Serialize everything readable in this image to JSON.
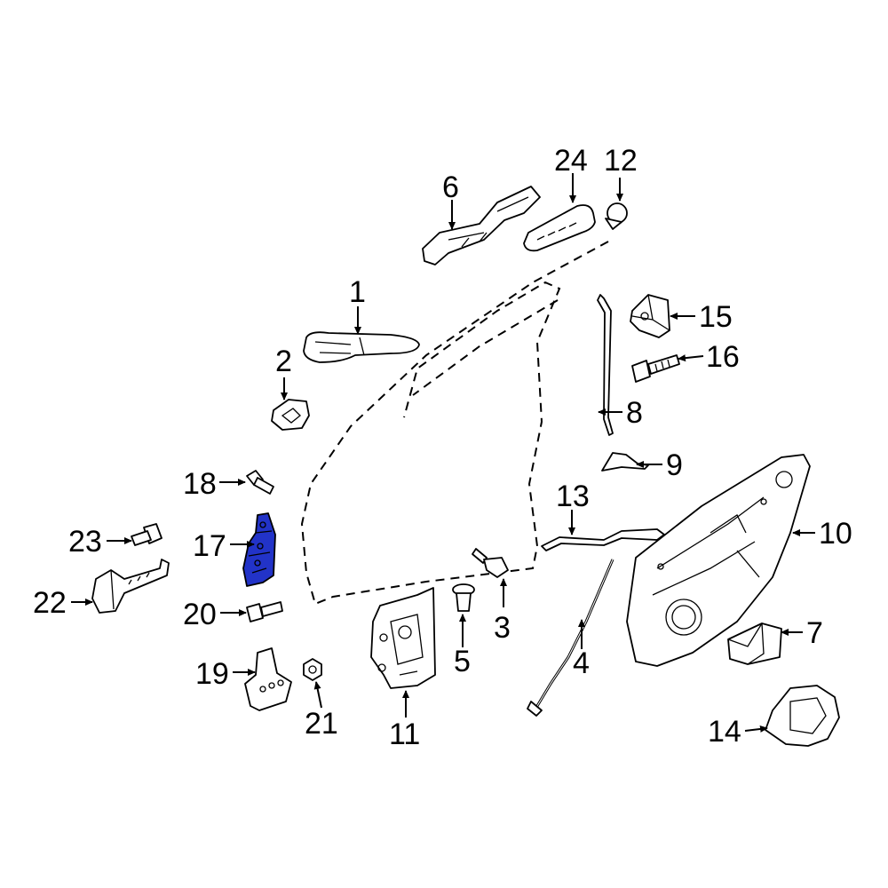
{
  "diagram": {
    "highlight_color": "#2233c8",
    "highlighted_part": "17",
    "callouts": [
      "1",
      "2",
      "3",
      "4",
      "5",
      "6",
      "7",
      "8",
      "9",
      "10",
      "11",
      "12",
      "13",
      "14",
      "15",
      "16",
      "17",
      "18",
      "19",
      "20",
      "21",
      "22",
      "23",
      "24"
    ]
  }
}
